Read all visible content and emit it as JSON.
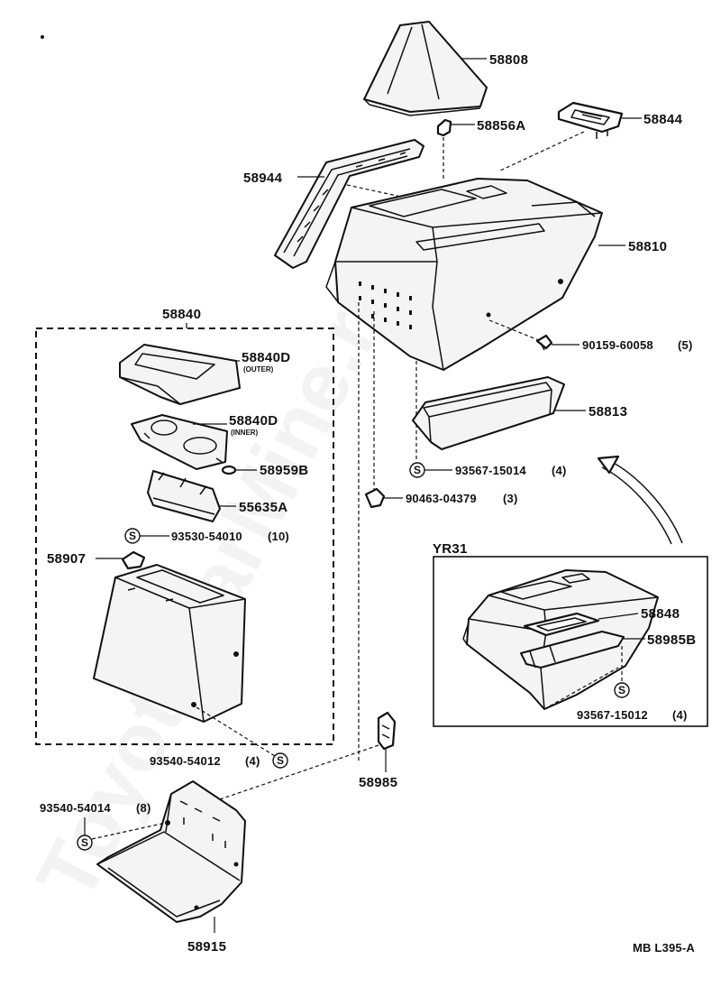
{
  "watermark": "ToyotaCarMine.ru",
  "drawing_code": "MB L395-A",
  "variant_box_title": "YR31",
  "parts": {
    "shift_boot": "58808",
    "clip_58856A": "58856A",
    "indicator_bezel": "58844",
    "side_trim": "58944",
    "console_box_body": "58810",
    "screw": "90159-60058",
    "screw_qty": "(5)",
    "tray": "58813",
    "screw_tray": "93567-15014",
    "screw_tray_qty": "(4)",
    "clip_nut": "90463-04379",
    "clip_nut_qty": "(3)",
    "rear_console_assy": "58840",
    "lid_outer": "58840D",
    "lid_outer_note": "(OUTER)",
    "lid_inner": "58840D",
    "lid_inner_note": "(INNER)",
    "cushion": "58959B",
    "hinge": "55635A",
    "screw_hinge": "93530-54010",
    "screw_hinge_qty": "(10)",
    "pad": "58907",
    "screw_rear": "93540-54012",
    "screw_rear_qty": "(4)",
    "bracket": "58985",
    "screw_bottom": "93540-54014",
    "screw_bottom_qty": "(8)",
    "bottom_cover": "58915",
    "variant_plate": "58848",
    "variant_bracket": "58985B",
    "variant_screw": "93567-15012",
    "variant_screw_qty": "(4)"
  },
  "symbols": {
    "screw_symbol": "S"
  }
}
